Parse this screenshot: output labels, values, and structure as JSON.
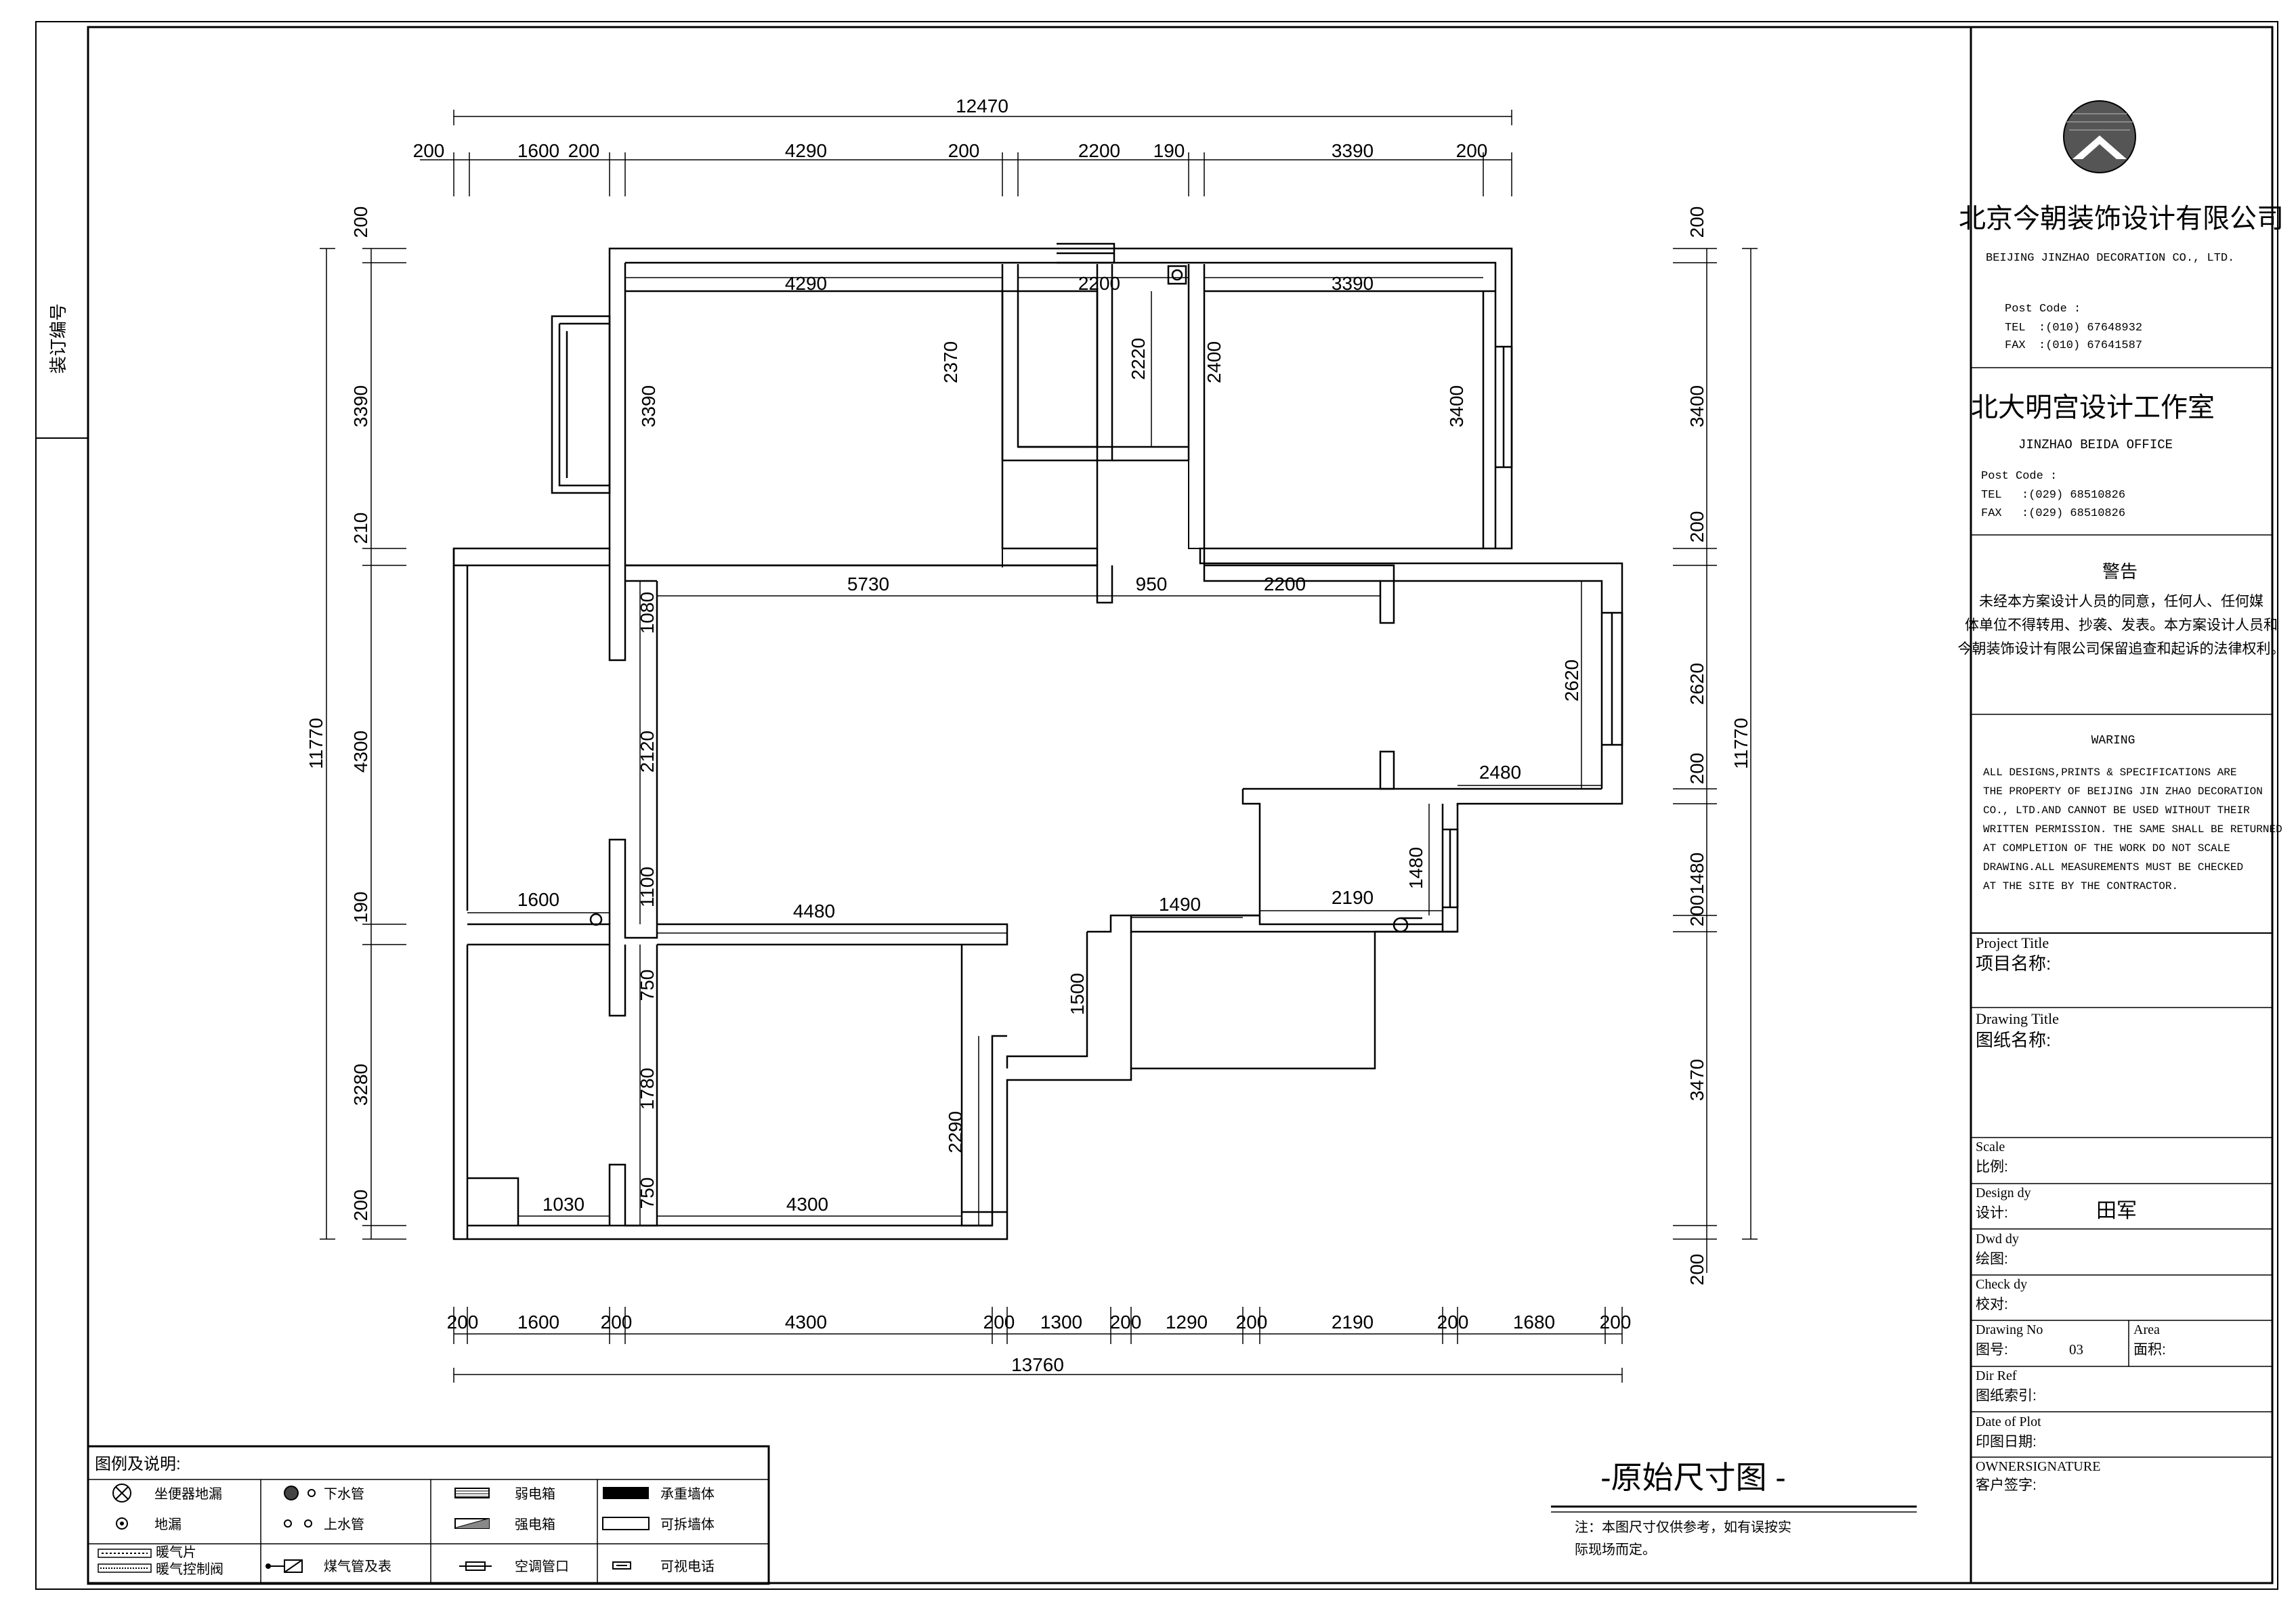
{
  "sheet": {
    "binding_label": "装订编号",
    "drawing_title": "-原始尺寸图 -",
    "note_line1": "注：本图尺寸仅供参考，如有误按实",
    "note_line2": "际现场而定。"
  },
  "dims": {
    "top_total": "12470",
    "top_segments": [
      "200",
      "1600",
      "200",
      "4290",
      "200",
      "2200",
      "190",
      "3390",
      "200"
    ],
    "bottom_total": "13760",
    "bottom_segments": [
      "200",
      "1600",
      "200",
      "4300",
      "200",
      "1300",
      "200",
      "1290",
      "200",
      "2190",
      "200",
      "1680",
      "200"
    ],
    "left_total": "11770",
    "left_segments": [
      "200",
      "3390",
      "210",
      "4300",
      "190",
      "3280",
      "200"
    ],
    "right_total": "11770",
    "right_segments": [
      "200",
      "3400",
      "200",
      "2620",
      "200",
      "1480",
      "200",
      "3470",
      "200"
    ],
    "interior": {
      "r1_w": "4290",
      "r2_w": "2200",
      "r3_w": "3390",
      "r1_h": "3390",
      "r1_wall": "2370",
      "r2_h": "2220",
      "r2_wall": "2400",
      "r3_h": "3400",
      "living_top_a": "5730",
      "living_top_b": "950",
      "living_top_c": "2200",
      "living_left_a": "1080",
      "living_left_b": "2120",
      "living_left_c": "1100",
      "dining_h": "2620",
      "dining_w": "2480",
      "kitchen_h": "1480",
      "kitchen_w": "2190",
      "hall_w": "1490",
      "hall_h": "1500",
      "bath_w": "1600",
      "bed_top_w": "4480",
      "bed_left_a": "750",
      "bed_left_b": "1780",
      "bed_left_c": "750",
      "bed_right_h": "2290",
      "bot_a": "1030",
      "bot_b": "4300"
    }
  },
  "company": {
    "name_cn": "北京今朝装饰设计有限公司",
    "name_en": "BEIJING  JINZHAO   DECORATION   CO., LTD.",
    "post_label": "Post Code  :",
    "tel_label": "TEL",
    "tel": ":(010) 67648932",
    "fax_label": "FAX",
    "fax": ":(010) 67641587"
  },
  "studio": {
    "name_cn": "北大明宫设计工作室",
    "name_en": "JINZHAO   BEIDA   OFFICE",
    "post_label": "Post Code  :",
    "tel_label": "TEL",
    "tel": ":(029)   68510826",
    "fax_label": "FAX",
    "fax": ":(029)   68510826"
  },
  "warning_cn": {
    "title": "警告",
    "lines": [
      "未经本方案设计人员的同意，任何人、任何媒",
      "体单位不得转用、抄袭、发表。本方案设计人员和",
      "今朝装饰设计有限公司保留追查和起诉的法律权利。"
    ]
  },
  "warning_en": {
    "title": "WARING",
    "lines": [
      "    ALL DESIGNS,PRINTS & SPECIFICATIONS ARE",
      "THE PROPERTY OF BEIJING  JIN ZHAO  DECORATION",
      "CO., LTD.AND CANNOT BE USED WITHOUT THEIR",
      "WRITTEN PERMISSION. THE SAME SHALL BE RETURNED",
      "AT COMPLETION OF THE WORK DO NOT SCALE",
      "DRAWING.ALL MEASUREMENTS MUST BE CHECKED",
      "AT THE SITE BY THE CONTRACTOR."
    ]
  },
  "title_block": {
    "project_title_en": "Project Title",
    "project_title_cn": "项目名称:",
    "drawing_title_en": "Drawing Title",
    "drawing_title_cn": "图纸名称:",
    "scale_en": "Scale",
    "scale_cn": "比例:",
    "design_en": "Design dy",
    "design_cn": "设计:",
    "designer": "田军",
    "drawn_en": "Dwd dy",
    "drawn_cn": "绘图:",
    "check_en": "Check dy",
    "check_cn": "校对:",
    "drawing_no_en": "Drawing No",
    "drawing_no_cn": "图号:",
    "drawing_no": "03",
    "area_en": "Area",
    "area_cn": "面积:",
    "dir_ref_en": "Dir Ref",
    "dir_ref_cn": "图纸索引:",
    "date_en": "Date of Plot",
    "date_cn": "印图日期:",
    "owner_en": "OWNERSIGNATURE",
    "owner_cn": "客户签字:"
  },
  "legend": {
    "title": "图例及说明:",
    "items": [
      {
        "icon": "toilet-drain-icon",
        "label": "坐便器地漏"
      },
      {
        "icon": "downpipe-icon",
        "label": "下水管"
      },
      {
        "icon": "weak-box-icon",
        "label": "弱电箱"
      },
      {
        "icon": "bearing-wall-icon",
        "label": "承重墙体"
      },
      {
        "icon": "floor-drain-icon",
        "label": "地漏"
      },
      {
        "icon": "supply-pipe-icon",
        "label": "上水管"
      },
      {
        "icon": "strong-box-icon",
        "label": "强电箱"
      },
      {
        "icon": "removable-wall-icon",
        "label": "可拆墙体"
      },
      {
        "icon": "radiator-icon",
        "label": "暖气片"
      },
      {
        "icon": "radiator-valve-icon",
        "label": "暖气控制阀"
      },
      {
        "icon": "gas-meter-icon",
        "label": "煤气管及表"
      },
      {
        "icon": "ac-hole-icon",
        "label": "空调管口"
      },
      {
        "icon": "video-phone-icon",
        "label": "可视电话"
      }
    ]
  }
}
